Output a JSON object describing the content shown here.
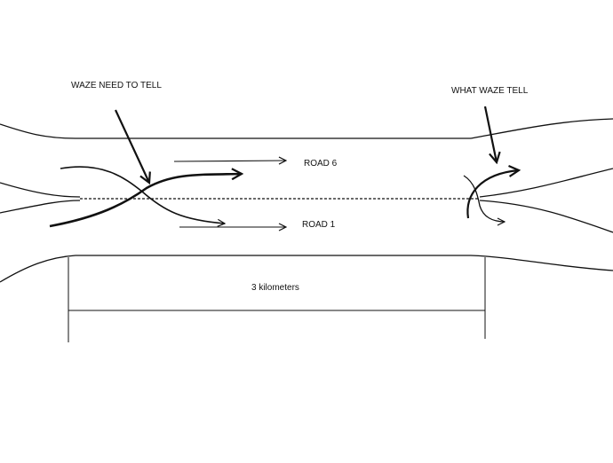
{
  "labels": {
    "waze_need_to_tell": "WAZE NEED TO TELL",
    "what_waze_tell": "WHAT WAZE TELL",
    "road_6": "ROAD 6",
    "road_1": "ROAD 1",
    "distance": "3 kilometers"
  },
  "colors": {
    "stroke": "#111111",
    "background": "#ffffff"
  }
}
